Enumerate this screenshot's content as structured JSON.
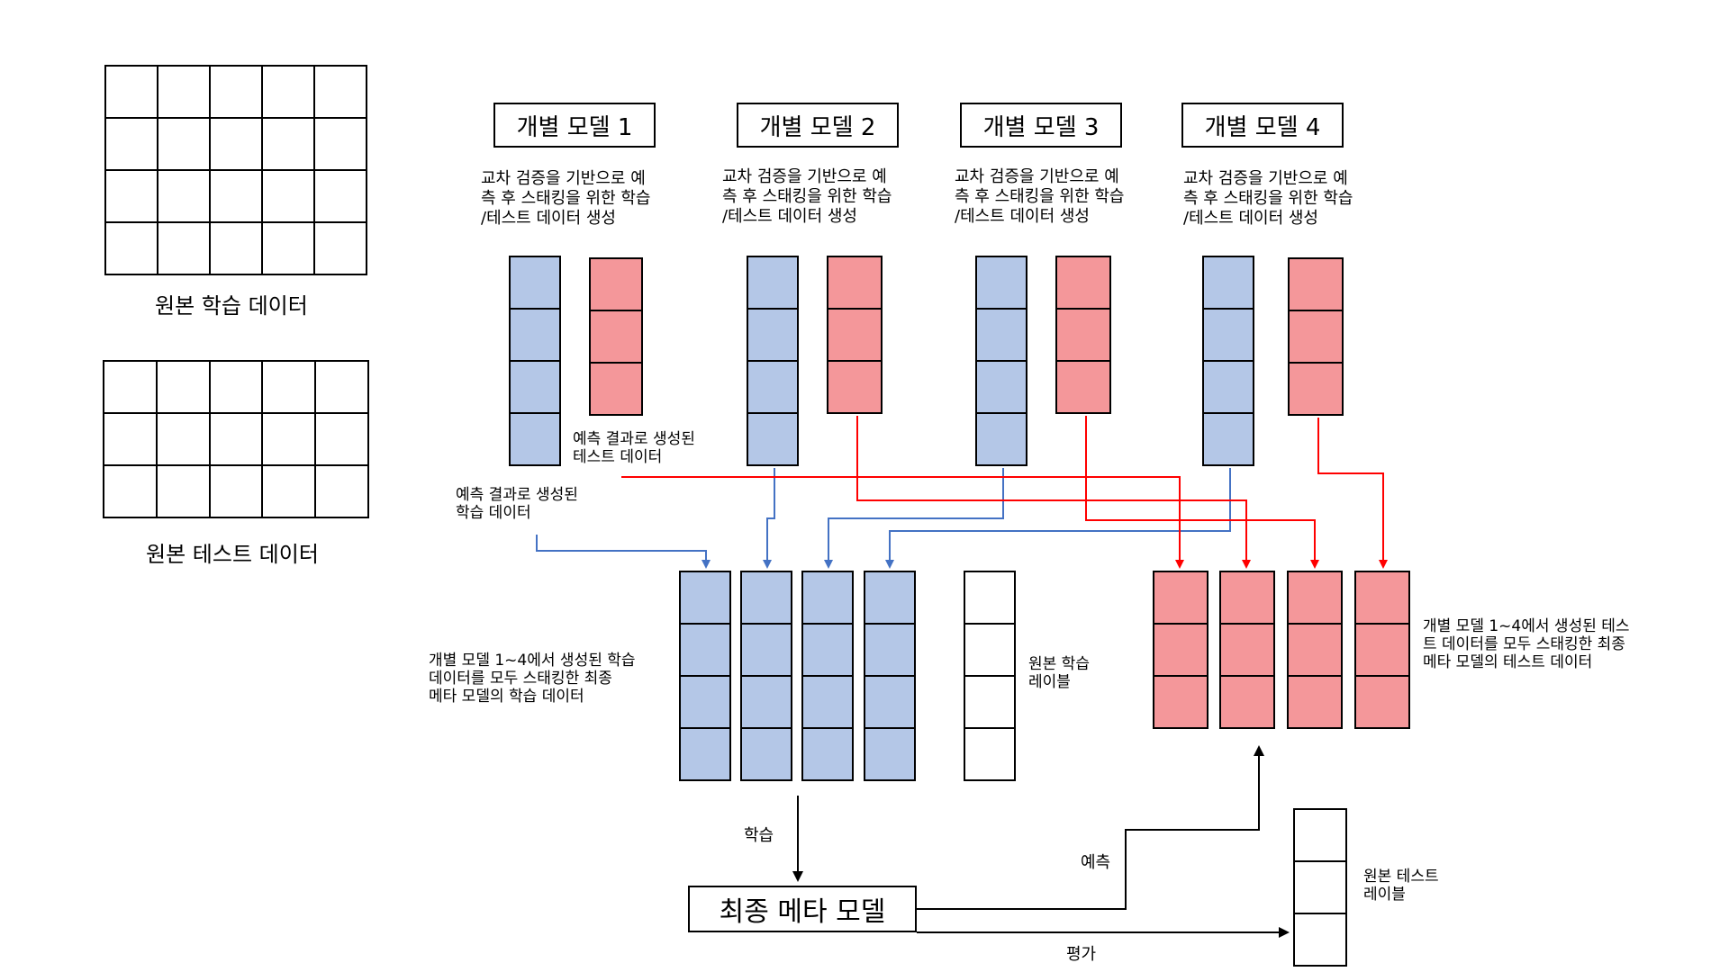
{
  "original_train_label": "원본 학습 데이터",
  "original_test_label": "원본 테스트 데이터",
  "models": [
    {
      "title": "개별 모델 1",
      "desc": "교차 검증을 기반으로 예\n측 후 스태킹을 위한 학습\n/테스트 데이터 생성"
    },
    {
      "title": "개별 모델 2",
      "desc": "교차 검증을 기반으로 예\n측 후 스태킹을 위한 학습\n/테스트 데이터 생성"
    },
    {
      "title": "개별 모델 3",
      "desc": "교차 검증을 기반으로 예\n측 후 스태킹을 위한 학습\n/테스트 데이터 생성"
    },
    {
      "title": "개별 모델 4",
      "desc": "교차 검증을 기반으로 예\n측 후 스태킹을 위한 학습\n/테스트 데이터 생성"
    }
  ],
  "pred_test_label": "예측 결과로 생성된\n테스트 데이터",
  "pred_train_label": "예측 결과로 생성된\n학습 데이터",
  "stacked_train_label": "개별 모델 1~4에서 생성된 학습\n데이터를 모두 스태킹한 최종\n메타 모델의 학습 데이터",
  "orig_train_label_label": "원본 학습\n레이블",
  "stacked_test_label": "개별 모델 1~4에서 생성된 테스\n트 데이터를 모두 스태킹한 최종\n메타 모델의 테스트 데이터",
  "train_arrow_label": "학습",
  "meta_model": "최종 메타 모델",
  "predict_label": "예측",
  "orig_test_label_label": "원본 테스트\n레이블",
  "evaluate_label": "평가",
  "colors": {
    "train_blue": "#b4c7e7",
    "test_red": "#f4979a",
    "arrow_blue": "#4472c4",
    "arrow_red": "#ff0000"
  }
}
